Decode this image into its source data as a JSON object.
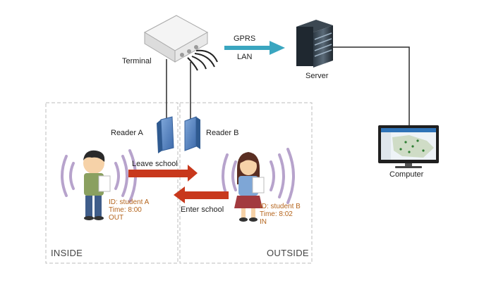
{
  "labels": {
    "terminal": "Terminal",
    "gprs": "GPRS",
    "lan": "LAN",
    "server": "Server",
    "reader_a": "Reader A",
    "reader_b": "Reader B",
    "computer": "Computer",
    "leave_school": "Leave school",
    "enter_school": "Enter school",
    "inside": "INSIDE",
    "outside": "OUTSIDE"
  },
  "student_a": {
    "id": "ID: student A",
    "time": "Time: 8:00",
    "status": "OUT"
  },
  "student_b": {
    "id": "ID: student B",
    "time": "Time: 8:02",
    "status": "IN"
  },
  "colors": {
    "network_arrow": "#3aa6c0",
    "flow_arrow": "#c8381c",
    "record_text": "#b5651d",
    "wave": "#b7a3cc",
    "reader": "#4d7fc1",
    "dashed_border": "#bdbdbd"
  }
}
